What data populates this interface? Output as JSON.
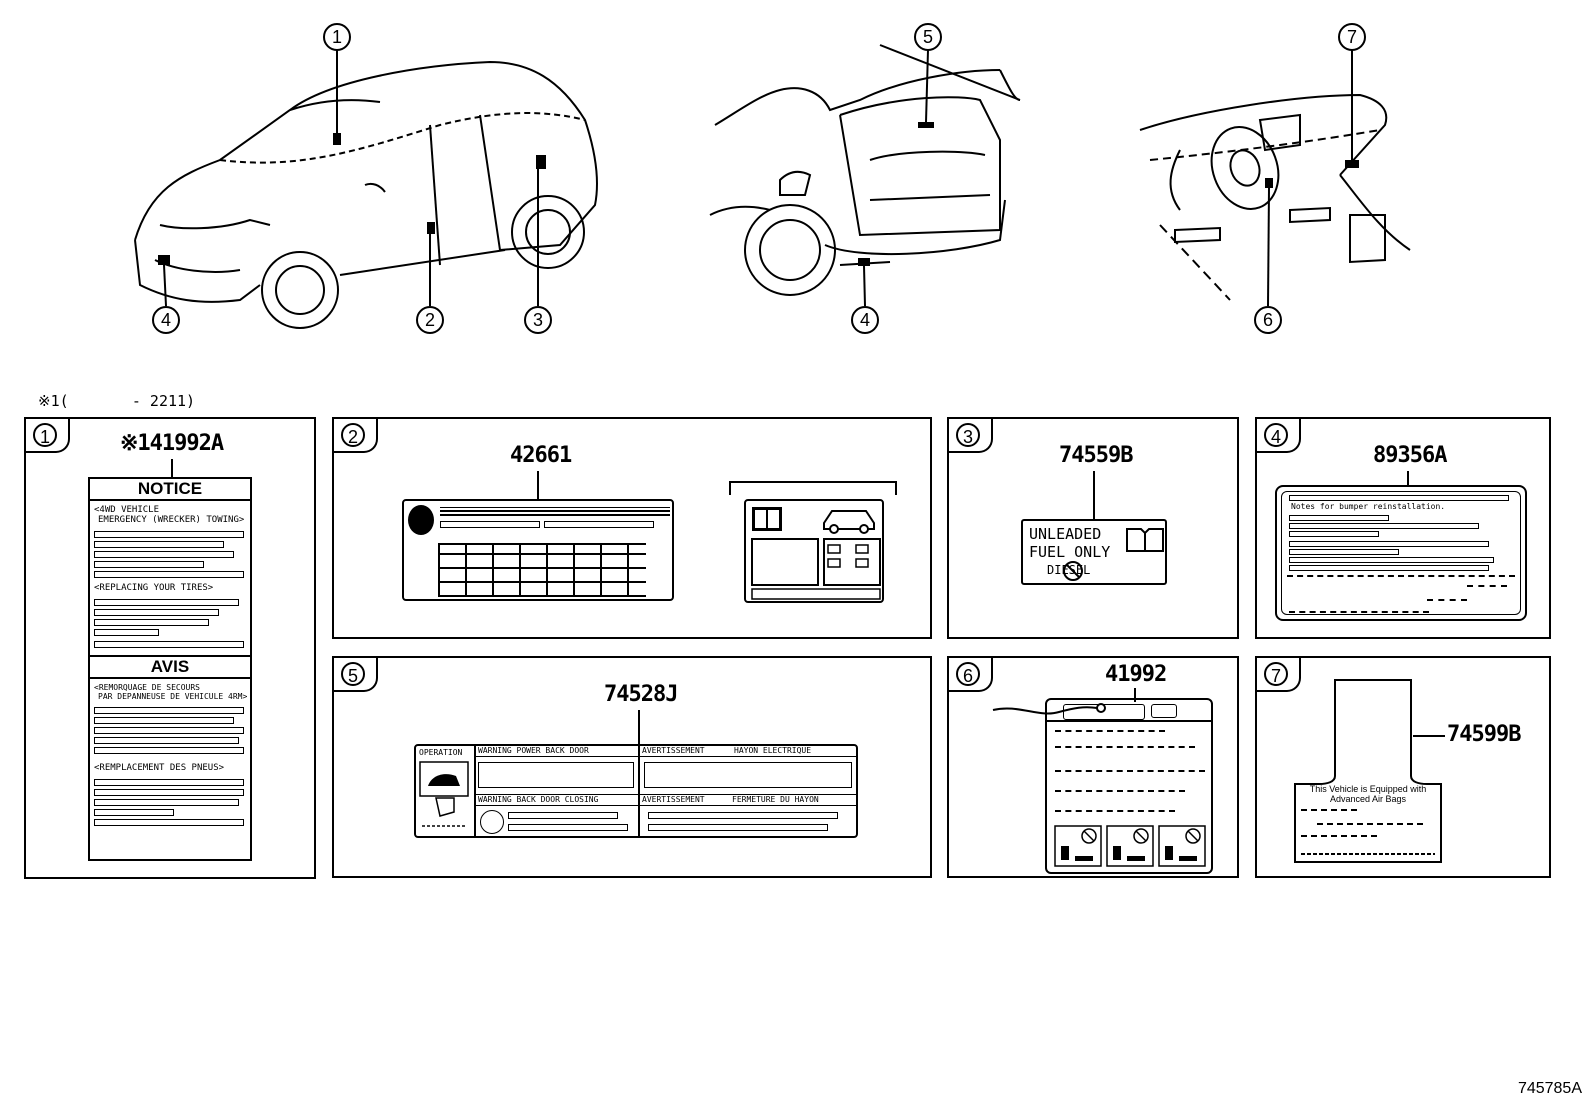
{
  "footnote": "※1(       - 2211)",
  "figure_id": "745785A",
  "callouts": [
    "1",
    "2",
    "3",
    "4",
    "5",
    "6",
    "7"
  ],
  "parts": {
    "p1": {
      "num": "1",
      "part": "※141992A",
      "notice_title": "NOTICE",
      "notice_sub1": "<4WD VEHICLE",
      "notice_sub2": "EMERGENCY (WRECKER) TOWING>",
      "notice_sub3": "<REPLACING YOUR TIRES>",
      "avis_title": "AVIS",
      "avis_sub1": "<REMORQUAGE DE SECOURS",
      "avis_sub2": "PAR DEPANNEUSE DE VEHICULE 4RM>",
      "avis_sub3": "<REMPLACEMENT DES PNEUS>"
    },
    "p2": {
      "num": "2",
      "part": "42661"
    },
    "p3": {
      "num": "3",
      "part": "74559B",
      "line1": "UNLEADED",
      "line2": "FUEL ONLY",
      "line3": "DIESEL"
    },
    "p4": {
      "num": "4",
      "part": "89356A",
      "line1": "Notes for bumper reinstallation."
    },
    "p5": {
      "num": "5",
      "part": "74528J",
      "cell1": "WARNING POWER BACK DOOR",
      "cell2": "AVERTISSEMENT",
      "cell3": "HAYON ELECTRIQUE",
      "cell4": "WARNING BACK DOOR CLOSING",
      "cell5": "AVERTISSEMENT",
      "cell6": "FERMETURE DU HAYON",
      "side": "OPERATION"
    },
    "p6": {
      "num": "6",
      "part": "41992"
    },
    "p7": {
      "num": "7",
      "part": "74599B",
      "line1": "This Vehicle is Equipped with",
      "line2": "Advanced Air Bags"
    }
  }
}
